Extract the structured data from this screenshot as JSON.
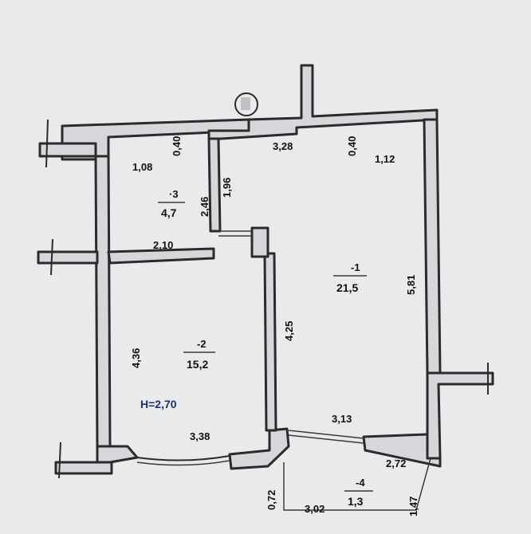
{
  "rooms": [
    {
      "id": "1",
      "label": "-1",
      "area": "21,5"
    },
    {
      "id": "2",
      "label": "-2",
      "area": "15,2"
    },
    {
      "id": "3",
      "label": "·3",
      "area": "4,7"
    },
    {
      "id": "4",
      "label": "-4",
      "area": "1,3"
    }
  ],
  "ceiling_height": "H=2,70",
  "dimensions": {
    "d_3_28": "3,28",
    "d_0_40_left": "0,40",
    "d_0_40_right": "0,40",
    "d_1_08": "1,08",
    "d_1_12": "1,12",
    "d_1_96": "1,96",
    "d_2_46": "2,46",
    "d_2_10": "2,10",
    "d_5_81": "5,81",
    "d_4_25": "4,25",
    "d_4_36": "4,36",
    "d_3_38": "3,38",
    "d_3_13": "3,13",
    "d_2_72": "2,72",
    "d_3_02": "3,02",
    "d_0_72": "0,72",
    "d_1_47": "1,47"
  }
}
